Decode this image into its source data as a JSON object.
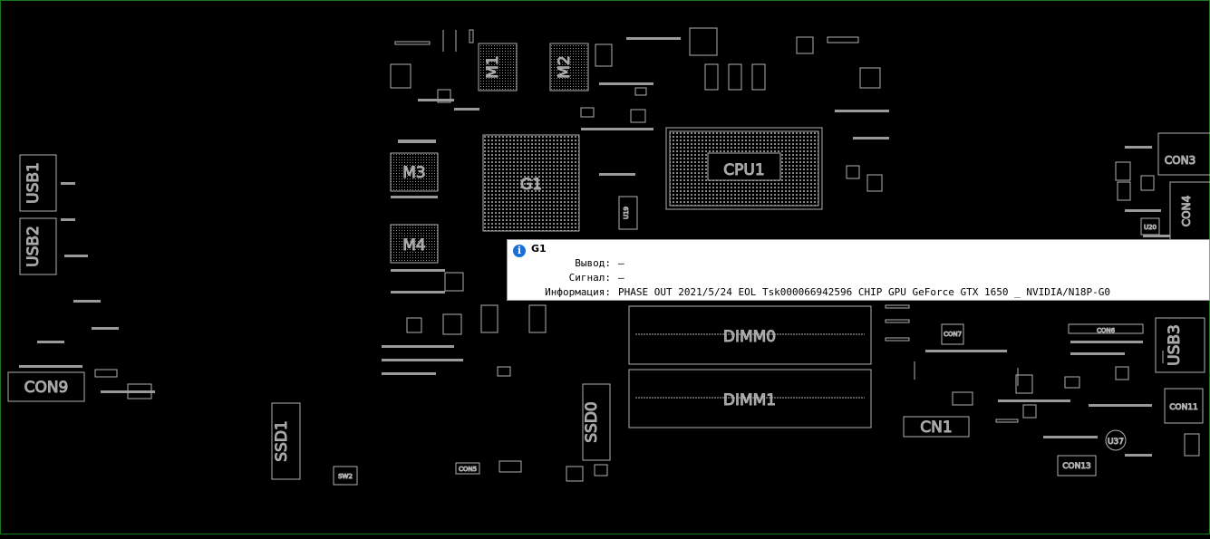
{
  "board": {
    "components": {
      "m1": "M1",
      "m2": "M2",
      "m3": "M3",
      "m4": "M4",
      "g1": "G1",
      "cpu1": "CPU1",
      "u19": "U19",
      "usb1": "USB1",
      "usb2": "USB2",
      "usb3": "USB3",
      "con3": "CON3",
      "con4": "CON4",
      "con6": "CON6",
      "con7": "CON7",
      "con9": "CON9",
      "con11": "CON11",
      "con13": "CON13",
      "con5": "CON5",
      "cn1": "CN1",
      "dimm0": "DIMM0",
      "dimm1": "DIMM1",
      "ssd0": "SSD0",
      "ssd1": "SSD1",
      "sw2": "SW2",
      "u37": "U37",
      "u20": "U20"
    },
    "colors": {
      "background": "#000000",
      "outline": "#b0b0b0",
      "frame": "#1a7a1a"
    }
  },
  "tooltip": {
    "icon": "info-icon",
    "title": "G1",
    "rows": [
      {
        "key": "Вывод:",
        "value": "—"
      },
      {
        "key": "Сигнал:",
        "value": "—"
      },
      {
        "key": "Информация:",
        "value": "PHASE OUT 2021/5/24 EOL Tsk000066942596 CHIP GPU GeForce GTX 1650 _ NVIDIA/N18P-G0"
      }
    ]
  }
}
